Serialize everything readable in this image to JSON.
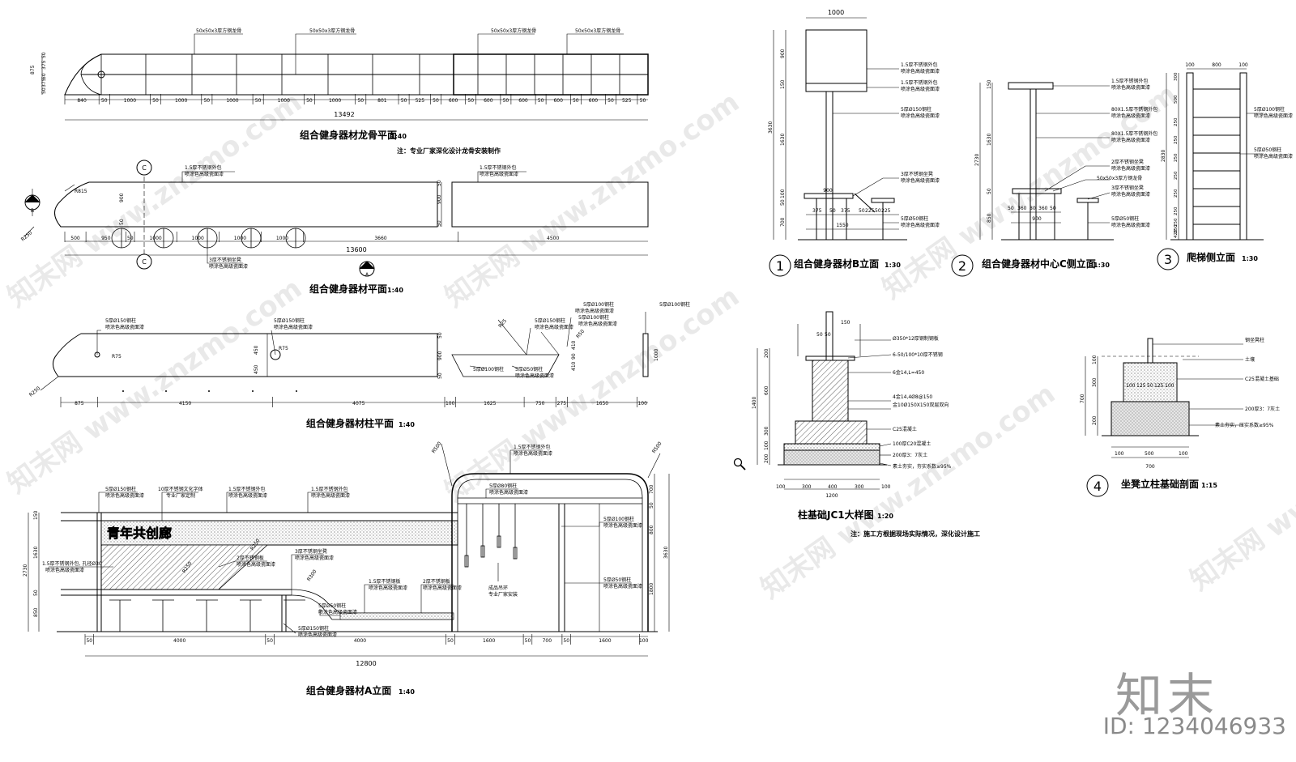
{
  "views": {
    "keel_plan": {
      "title": "组合健身器材龙骨平面",
      "scale": "1:40",
      "note": "注：专业厂家深化设计龙骨安装制作",
      "labels": [
        "50x50x3厚方钢龙骨",
        "50x50x3厚方钢龙骨",
        "50x50x3厚方钢龙骨",
        "50x50x3厚方钢龙骨"
      ],
      "height_dims": [
        "875",
        "50",
        "375",
        "50",
        "375",
        "50"
      ],
      "dims": [
        "840",
        "50",
        "1000",
        "50",
        "1000",
        "50",
        "1000",
        "50",
        "1000",
        "50",
        "1000",
        "50",
        "801",
        "50",
        "525",
        "50",
        "600",
        "50",
        "600",
        "50",
        "600",
        "50",
        "600",
        "50",
        "600",
        "50",
        "525",
        "50"
      ],
      "total": "13492"
    },
    "plan": {
      "title": "组合健身器材平面",
      "scale": "1:40",
      "labels": [
        "1.5厚不锈钢外包",
        "喷涂色高级瓷面漆",
        "1.5厚不锈钢外包",
        "喷涂色高级瓷面漆",
        "3厚不锈钢坐凳",
        "喷涂色高级瓷面漆"
      ],
      "section_marks": [
        "C",
        "C",
        "B",
        "A"
      ],
      "radii": [
        "R815",
        "R250"
      ],
      "side_dims": [
        "900",
        "50",
        "50",
        "50",
        "50"
      ],
      "dims": [
        "500",
        "950",
        "50",
        "1000",
        "1000",
        "1000",
        "1000",
        "3660",
        "4500"
      ],
      "total": "13600"
    },
    "column_plan": {
      "title": "组合健身器材柱平面",
      "scale": "1:40",
      "labels": [
        "5厚Ø150钢柱",
        "喷涂色高级瓷面漆",
        "5厚Ø150钢柱",
        "喷涂色高级瓷面漆",
        "5厚Ø150钢柱",
        "喷涂色高级瓷面漆",
        "5厚Ø100钢柱",
        "喷涂色高级瓷面漆",
        "5厚Ø100钢柱",
        "5厚Ø100钢柱",
        "喷涂色高级瓷面漆",
        "5厚Ø50钢柱",
        "喷涂色高级瓷面漆"
      ],
      "radii": [
        "R75",
        "R75",
        "R25",
        "R50",
        "R250"
      ],
      "side_dims": [
        "450",
        "450",
        "50",
        "900",
        "50",
        "1000",
        "410",
        "90",
        "410"
      ],
      "dims": [
        "875",
        "4150",
        "4075",
        "100",
        "1625",
        "750",
        "275",
        "1650",
        "100"
      ]
    },
    "elevation_a": {
      "title": "组合健身器材A立面",
      "scale": "1:40",
      "sign_text": "青年共创廊",
      "labels": [
        "5厚Ø150钢柱",
        "喷涂色高级瓷面漆",
        "10厚不锈钢文化字体",
        "专业厂家定制",
        "1.5厚不锈钢外包",
        "喷涂色高级瓷面漆",
        "1.5厚不锈钢外包",
        "喷涂色高级瓷面漆",
        "1.5厚不锈钢外包",
        "喷涂色高级瓷面漆",
        "5厚Ø80钢柱",
        "喷涂色高级瓷面漆",
        "5厚Ø100钢柱",
        "喷涂色高级瓷面漆",
        "5厚Ø50钢柱",
        "喷涂色高级瓷面漆",
        "1.5厚不锈钢外包, 孔径Ø30",
        "喷涂色高级瓷面漆",
        "2厚不锈钢板",
        "喷涂色高级瓷面漆",
        "3厚不锈钢坐凳",
        "喷涂色高级瓷面漆",
        "1.5厚不锈钢板",
        "喷涂色高级瓷面漆",
        "2厚不锈钢板",
        "喷涂色高级瓷面漆",
        "5厚Ø50钢柱",
        "喷涂色高级瓷面漆",
        "5厚Ø150钢柱",
        "喷涂色高级瓷面漆",
        "成品吊环",
        "专业厂家安装"
      ],
      "radii": [
        "R500",
        "R500",
        "R300",
        "R250",
        "R250"
      ],
      "left_dims": [
        "150",
        "1630",
        "2730",
        "50",
        "850"
      ],
      "right_dims": [
        "700",
        "50",
        "800",
        "3630",
        "1800"
      ],
      "dims": [
        "50",
        "4000",
        "50",
        "4000",
        "50",
        "1600",
        "50",
        "700",
        "50",
        "1600",
        "100"
      ],
      "total": "12800"
    },
    "elev_b": {
      "number": "1",
      "title": "组合健身器材B立面",
      "scale": "1:30",
      "labels": [
        "1.5厚不锈钢外包",
        "喷涂色高级瓷面漆",
        "1.5厚不锈钢外包",
        "喷涂色高级瓷面漆",
        "5厚Ø150钢柱",
        "喷涂色高级瓷面漆",
        "3厚不锈钢坐凳",
        "喷涂色高级瓷面漆",
        "5厚Ø50钢柱",
        "喷涂色高级瓷面漆"
      ],
      "top_dim": "1000",
      "left_dims": [
        "900",
        "150",
        "3630",
        "1630",
        "100",
        "50",
        "700"
      ],
      "mid_dim": "900",
      "bottom_dims": [
        "375",
        "50",
        "375",
        "50",
        "225",
        "50",
        "225",
        "50",
        "1550"
      ]
    },
    "elev_c": {
      "number": "2",
      "title": "组合健身器材中心C侧立面",
      "scale": "1:30",
      "labels": [
        "1.5厚不锈钢外包",
        "喷涂色高级瓷面漆",
        "80X1.5厚不锈钢外包",
        "喷涂色高级瓷面漆",
        "80X1.5厚不锈钢外包",
        "喷涂色高级瓷面漆",
        "2厚不锈钢坐凳",
        "喷涂色高级瓷面漆",
        "50x50x3厚方钢龙骨",
        "3厚不锈钢坐凳",
        "喷涂色高级瓷面漆",
        "5厚Ø50钢柱",
        "喷涂色高级瓷面漆"
      ],
      "left_dims": [
        "150",
        "1630",
        "2730",
        "50",
        "850"
      ],
      "bottom_dims": [
        "50",
        "360",
        "80",
        "360",
        "50"
      ],
      "bottom_total": "900"
    },
    "ladder": {
      "number": "3",
      "title": "爬梯侧立面",
      "scale": "1:30",
      "labels": [
        "5厚Ø100钢柱",
        "喷涂色高级瓷面漆",
        "5厚Ø50钢柱",
        "喷涂色高级瓷面漆"
      ],
      "top_dims": [
        "100",
        "800",
        "100"
      ],
      "left_dims": [
        "300",
        "500",
        "250",
        "250",
        "250",
        "250",
        "250",
        "250",
        "250",
        "250",
        "420"
      ],
      "total": "2830"
    },
    "foundation": {
      "title": "柱基础JC1大样图",
      "scale": "1:20",
      "note": "注：施工方根据现场实际情况，深化设计施工",
      "labels": [
        "Ø350*12厚钢制钢板",
        "6-50/100*10厚不锈钢",
        "6金14,L=450",
        "4金14,4Ø8@150",
        "金10Ø150X150双层双向",
        "C25混凝土",
        "100厚C20混凝土",
        "200厚3：7灰土",
        "素土夯实，夯实系数≥95%"
      ],
      "top_dims": [
        "50",
        "50",
        "150"
      ],
      "left_dims": [
        "200",
        "600",
        "1400",
        "300",
        "100",
        "200"
      ],
      "bottom_dims": [
        "100",
        "300",
        "400",
        "300",
        "100"
      ],
      "bottom_total": "1200"
    },
    "stool_foundation": {
      "number": "4",
      "title": "坐凳立柱基础剖面",
      "scale": "1:15",
      "labels": [
        "钢坐凳柱",
        "土壤",
        "C25混凝土基础",
        "200厚3：7灰土",
        "素土夯实，压实系数≥95%"
      ],
      "left_dims": [
        "100",
        "300",
        "700",
        "200"
      ],
      "inner_dims": [
        "100",
        "125",
        "50",
        "125",
        "100"
      ],
      "bottom_dims": [
        "100",
        "500",
        "100"
      ],
      "bottom_total": "700"
    }
  },
  "watermark": "知末网 www.znzmo.com",
  "brand": "知末",
  "image_id": "ID: 1234046933"
}
